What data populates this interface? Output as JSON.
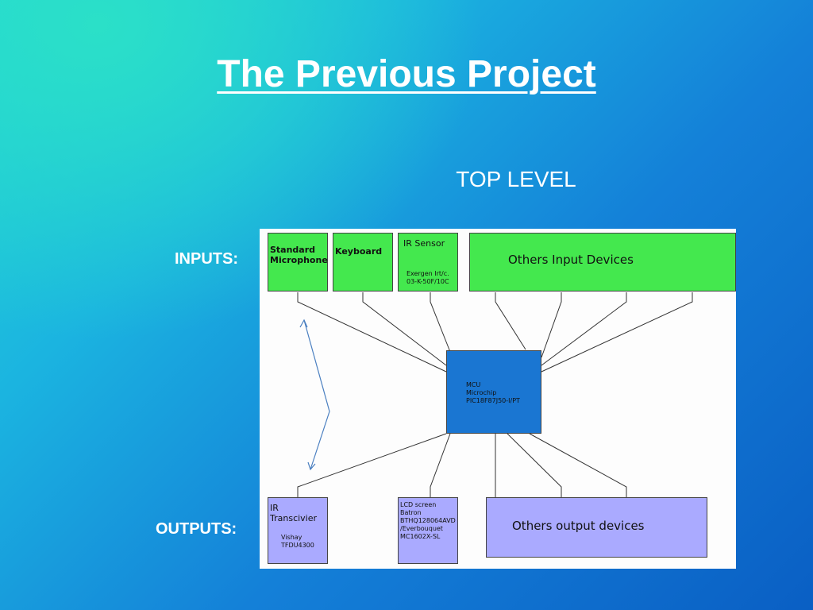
{
  "slide": {
    "title": "The Previous Project",
    "subtitle": "TOP LEVEL",
    "inputs_label": "INPUTS:",
    "outputs_label": "OUTPUTS:"
  },
  "diagram": {
    "inputs": [
      {
        "id": "standard-microphone",
        "label": "Standard\nMicrophone"
      },
      {
        "id": "keyboard",
        "label": "Keyboard"
      },
      {
        "id": "ir-sensor",
        "label": "IR Sensor",
        "detail": "Exergen Irt/c.\n03-K-50F/10C"
      },
      {
        "id": "others-input",
        "label": "Others Input Devices"
      }
    ],
    "mcu": {
      "label": "MCU\nMicrochip\nPIC18F87J50-I/PT"
    },
    "outputs": [
      {
        "id": "ir-transceiver",
        "label": "IR\nTranscivier",
        "detail": "Vishay\nTFDU4300"
      },
      {
        "id": "lcd-screen",
        "label": "LCD screen\nBatron\nBTHQ128064AVD\n/Everbouquet\nMC1602X-SL"
      },
      {
        "id": "others-output",
        "label": "Others output devices"
      }
    ],
    "colors": {
      "input": "#44e84e",
      "output": "#aaaaff",
      "mcu": "#1a76d2",
      "arrow": "#4a7fc0"
    }
  }
}
